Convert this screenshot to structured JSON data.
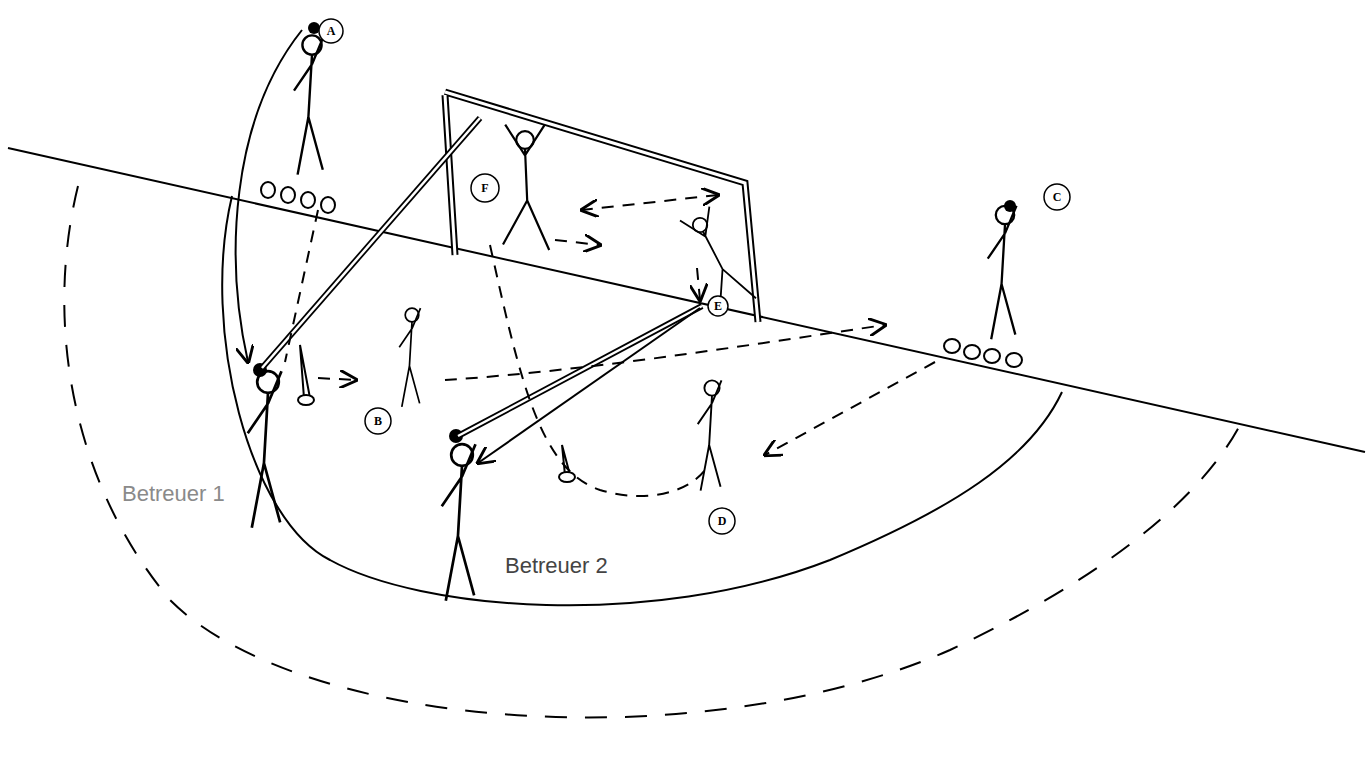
{
  "diagram": {
    "nodes": [
      {
        "text": [
          "A"
        ]
      },
      {
        "text": [
          "F"
        ]
      },
      {
        "text": [
          "C"
        ]
      },
      {
        "text": [
          "E"
        ]
      },
      {
        "text": [
          "B"
        ]
      },
      {
        "text": [
          "D"
        ]
      }
    ],
    "labels": [
      "Betreuer 1",
      "Betreuer 2"
    ]
  }
}
